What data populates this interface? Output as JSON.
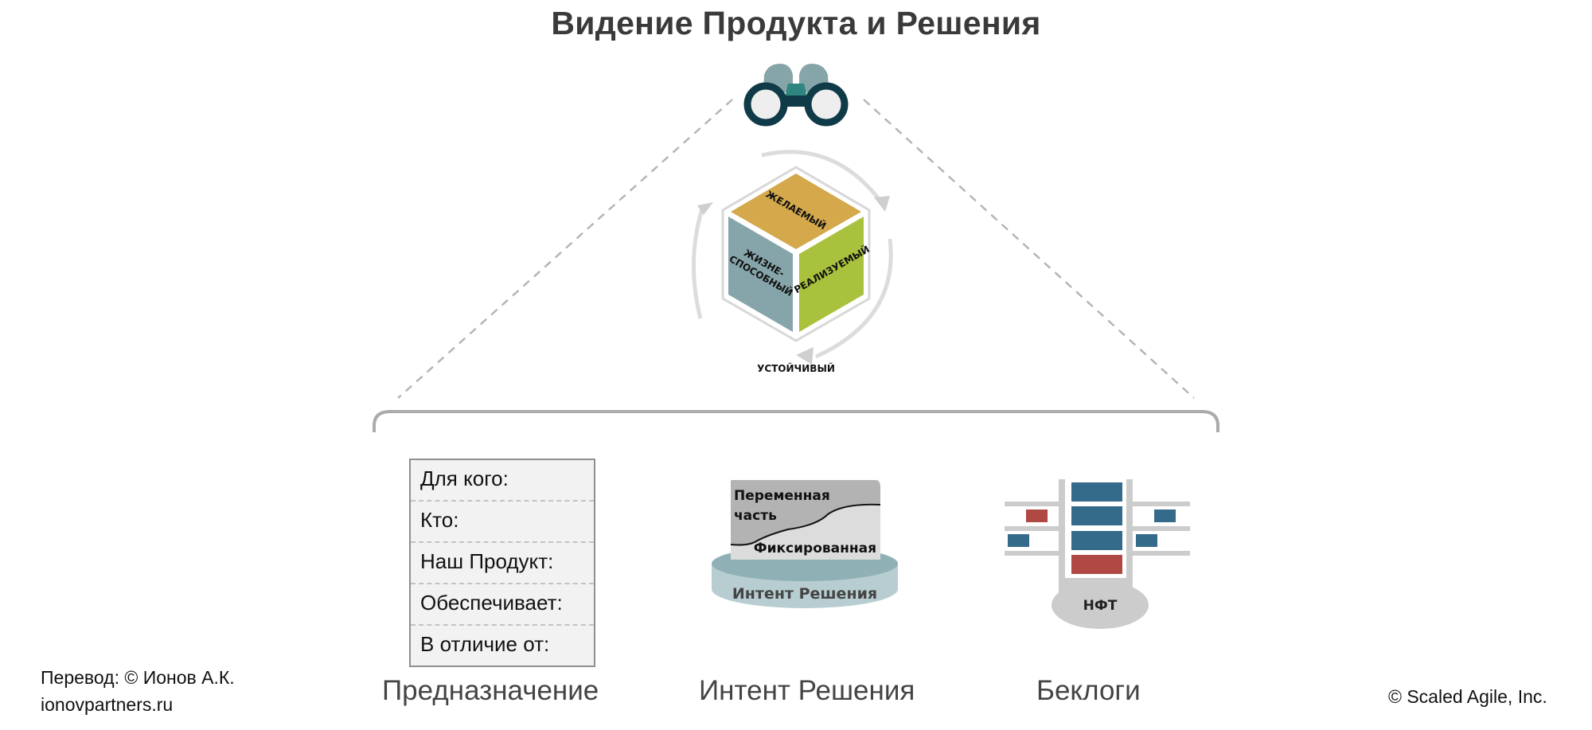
{
  "title": "Видение Продукта и Решения",
  "cube": {
    "top_face": "ЖЕЛАЕМЫЙ",
    "left_face_line1": "ЖИЗНЕ-",
    "left_face_line2": "СПОСОБНЫЙ",
    "right_face": "РЕАЛИЗУЕМЫЙ",
    "bottom_label": "УСТОЙЧИВЫЙ",
    "colors": {
      "top": "#d4a84b",
      "left": "#86a5aa",
      "right": "#a9c23d"
    }
  },
  "vision_card": {
    "rows": [
      "Для кого:",
      "Кто:",
      "Наш Продукт:",
      "Обеспечивает:",
      "В отличие от:"
    ]
  },
  "solution_intent": {
    "variable_line1": "Переменная",
    "variable_line2": "часть",
    "fixed": "Фиксированная",
    "base": "Интент Решения"
  },
  "backlogs": {
    "nfr_label": "НФТ",
    "colors": {
      "blue": "#346a8a",
      "red": "#b04843",
      "rail": "#cccccc"
    }
  },
  "captions": {
    "vision": "Предназначение",
    "intent": "Интент Решения",
    "backlogs": "Беклоги"
  },
  "footer": {
    "translation": "Перевод: © Ионов А.К.",
    "website": "ionovpartners.ru",
    "copyright": "© Scaled Agile,  Inc."
  },
  "icons": {
    "binoculars": "binoculars-icon",
    "cycle_arrows": "cycle-arrows-icon"
  }
}
